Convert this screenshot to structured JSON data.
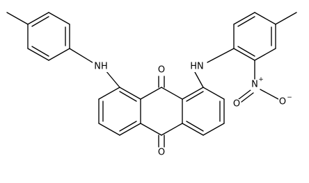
{
  "labels": {
    "nh_left": "NH",
    "nh_right": "HN",
    "o_top": "O",
    "o_bottom": "O",
    "n_nitro": "N",
    "n_charge": "+",
    "o_nitro_single": "O",
    "o_charge": "−",
    "o_nitro_double": "O"
  }
}
